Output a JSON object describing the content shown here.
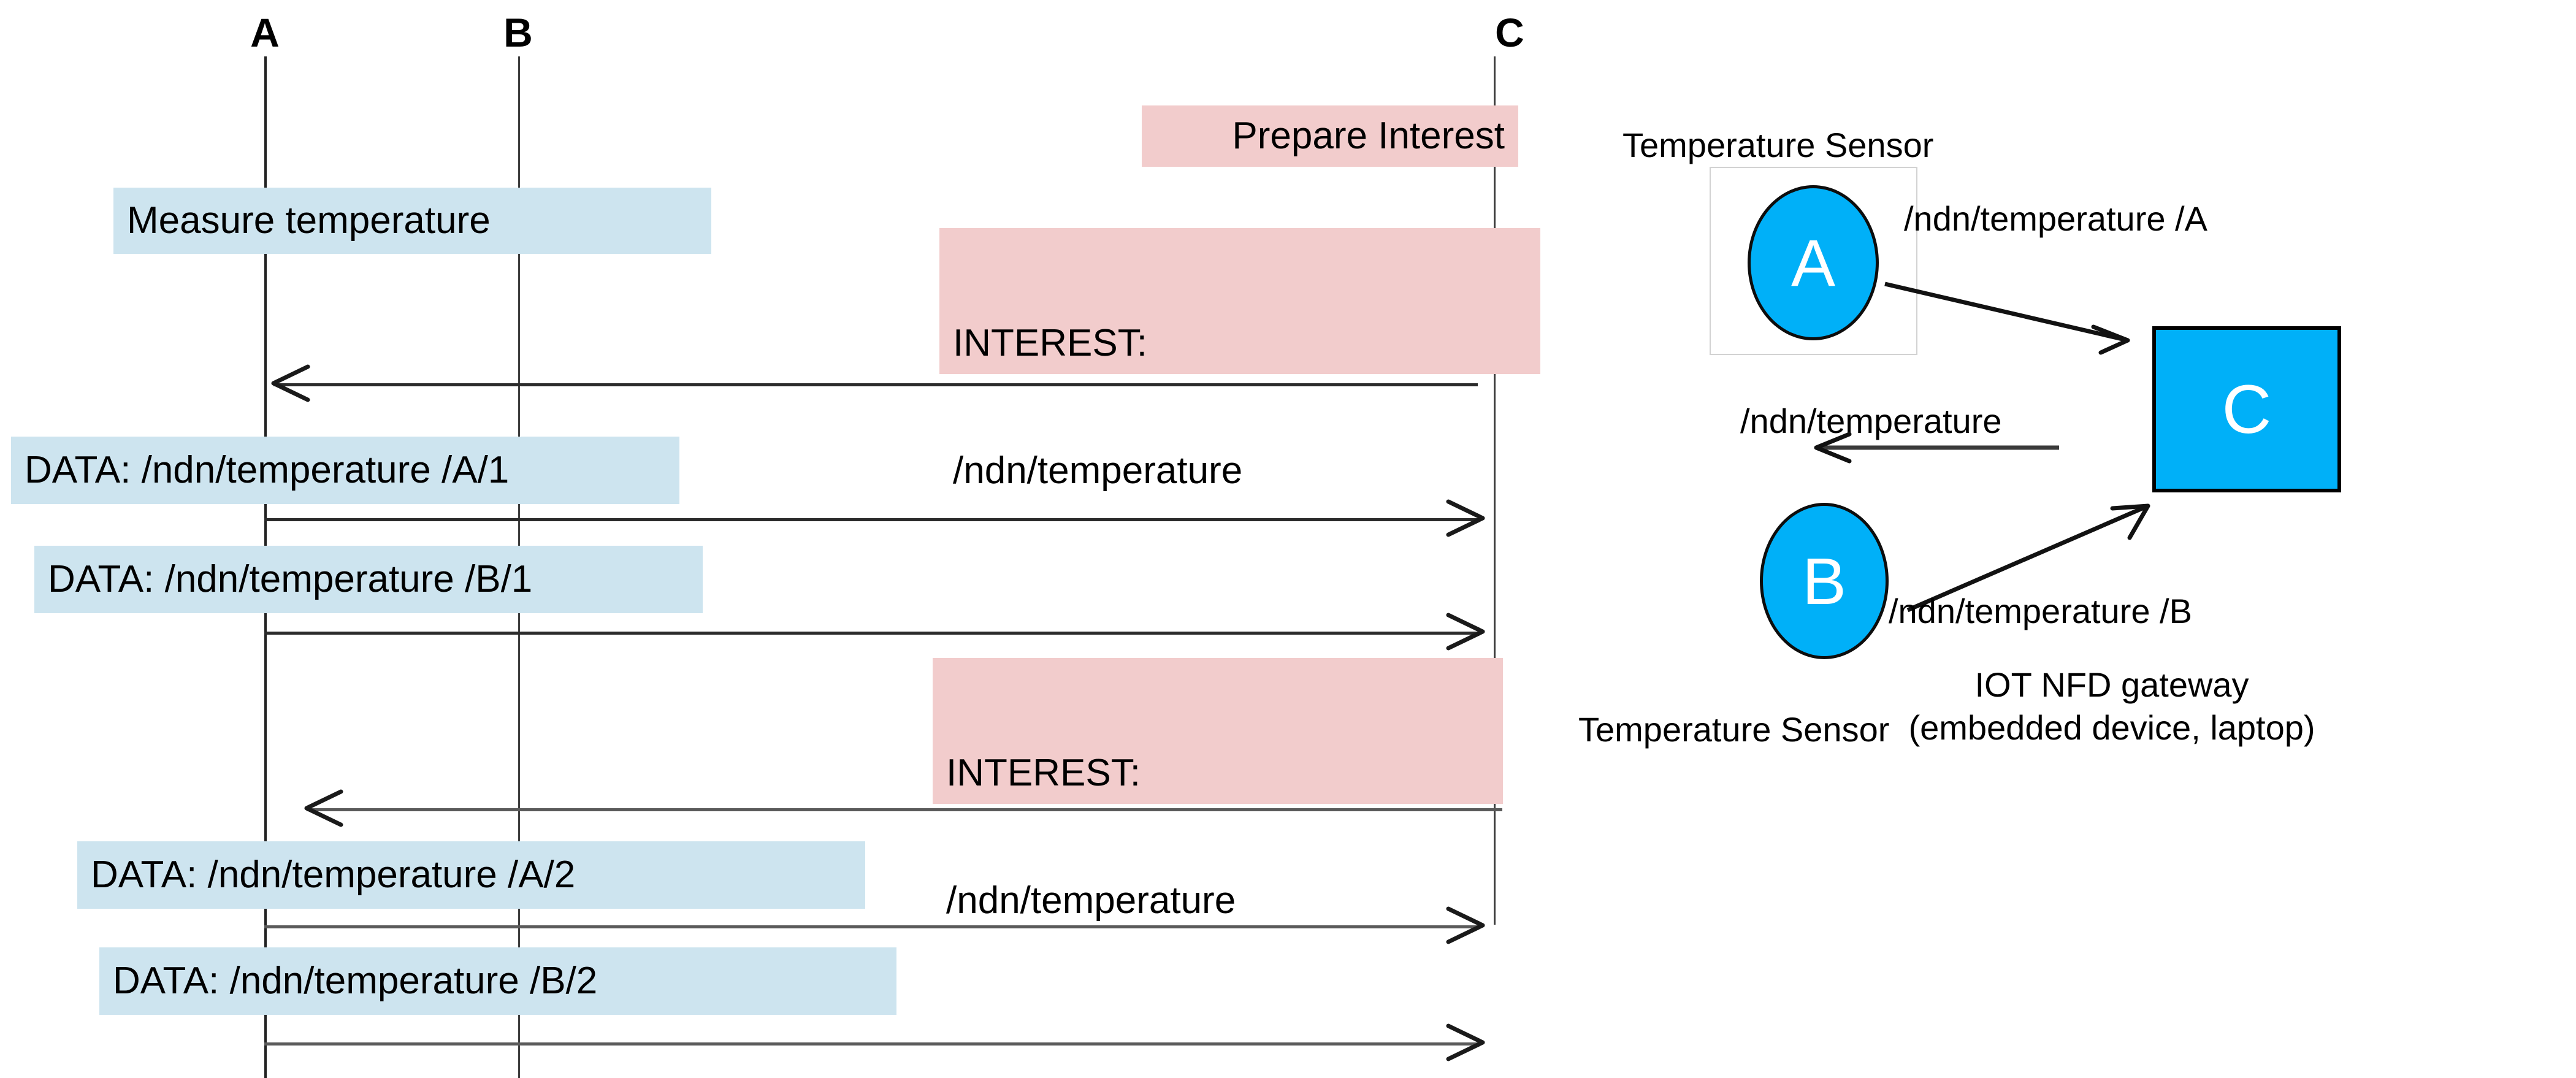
{
  "sequence": {
    "lifelines": [
      {
        "id": "A",
        "label": "A"
      },
      {
        "id": "B",
        "label": "B"
      },
      {
        "id": "C",
        "label": "C"
      }
    ],
    "notes": [
      {
        "id": "prepare-interest",
        "text": "Prepare Interest",
        "kind": "pink"
      },
      {
        "id": "measure-temperature",
        "text": "Measure temperature",
        "kind": "blue"
      },
      {
        "id": "interest-1-line1",
        "text": "INTEREST:",
        "kind": "pink"
      },
      {
        "id": "interest-1-line2",
        "text": "/ndn/temperature",
        "kind": "pink"
      },
      {
        "id": "data-a-1",
        "text": "DATA: /ndn/temperature /A/1",
        "kind": "blue"
      },
      {
        "id": "data-b-1",
        "text": "DATA: /ndn/temperature /B/1",
        "kind": "blue"
      },
      {
        "id": "interest-2-line1",
        "text": "INTEREST:",
        "kind": "pink"
      },
      {
        "id": "interest-2-line2",
        "text": "/ndn/temperature",
        "kind": "pink"
      },
      {
        "id": "data-a-2",
        "text": "DATA: /ndn/temperature /A/2",
        "kind": "blue"
      },
      {
        "id": "data-b-2",
        "text": "DATA: /ndn/temperature /B/2",
        "kind": "blue"
      }
    ],
    "messages": [
      {
        "id": "interest-1",
        "from": "C",
        "to": "A",
        "direction": "left"
      },
      {
        "id": "data-a-1",
        "from": "A",
        "to": "C",
        "direction": "right"
      },
      {
        "id": "data-b-1",
        "from": "B",
        "to": "C",
        "direction": "right"
      },
      {
        "id": "interest-2",
        "from": "C",
        "to": "A",
        "direction": "left"
      },
      {
        "id": "data-a-2",
        "from": "A",
        "to": "C",
        "direction": "right"
      },
      {
        "id": "data-b-2",
        "from": "B",
        "to": "C",
        "direction": "right"
      }
    ]
  },
  "topology": {
    "nodes": [
      {
        "id": "A",
        "label": "A",
        "shape": "ellipse"
      },
      {
        "id": "B",
        "label": "B",
        "shape": "ellipse"
      },
      {
        "id": "C",
        "label": "C",
        "shape": "rect"
      }
    ],
    "captions": {
      "sensor_top": "Temperature Sensor",
      "sensor_bottom": "Temperature Sensor",
      "gateway_line1": "IOT NFD gateway",
      "gateway_line2": "(embedded device, laptop)"
    },
    "edge_labels": {
      "a_to_c": "/ndn/temperature /A",
      "c_to_left": "/ndn/temperature",
      "b_to_c": "/ndn/temperature /B"
    }
  },
  "colors": {
    "note_blue": "#CDE4EF",
    "note_pink": "#F2CCCC",
    "node_cyan": "#00B0F8",
    "line_gray": "#5A5A5A",
    "text_black": "#000000"
  }
}
